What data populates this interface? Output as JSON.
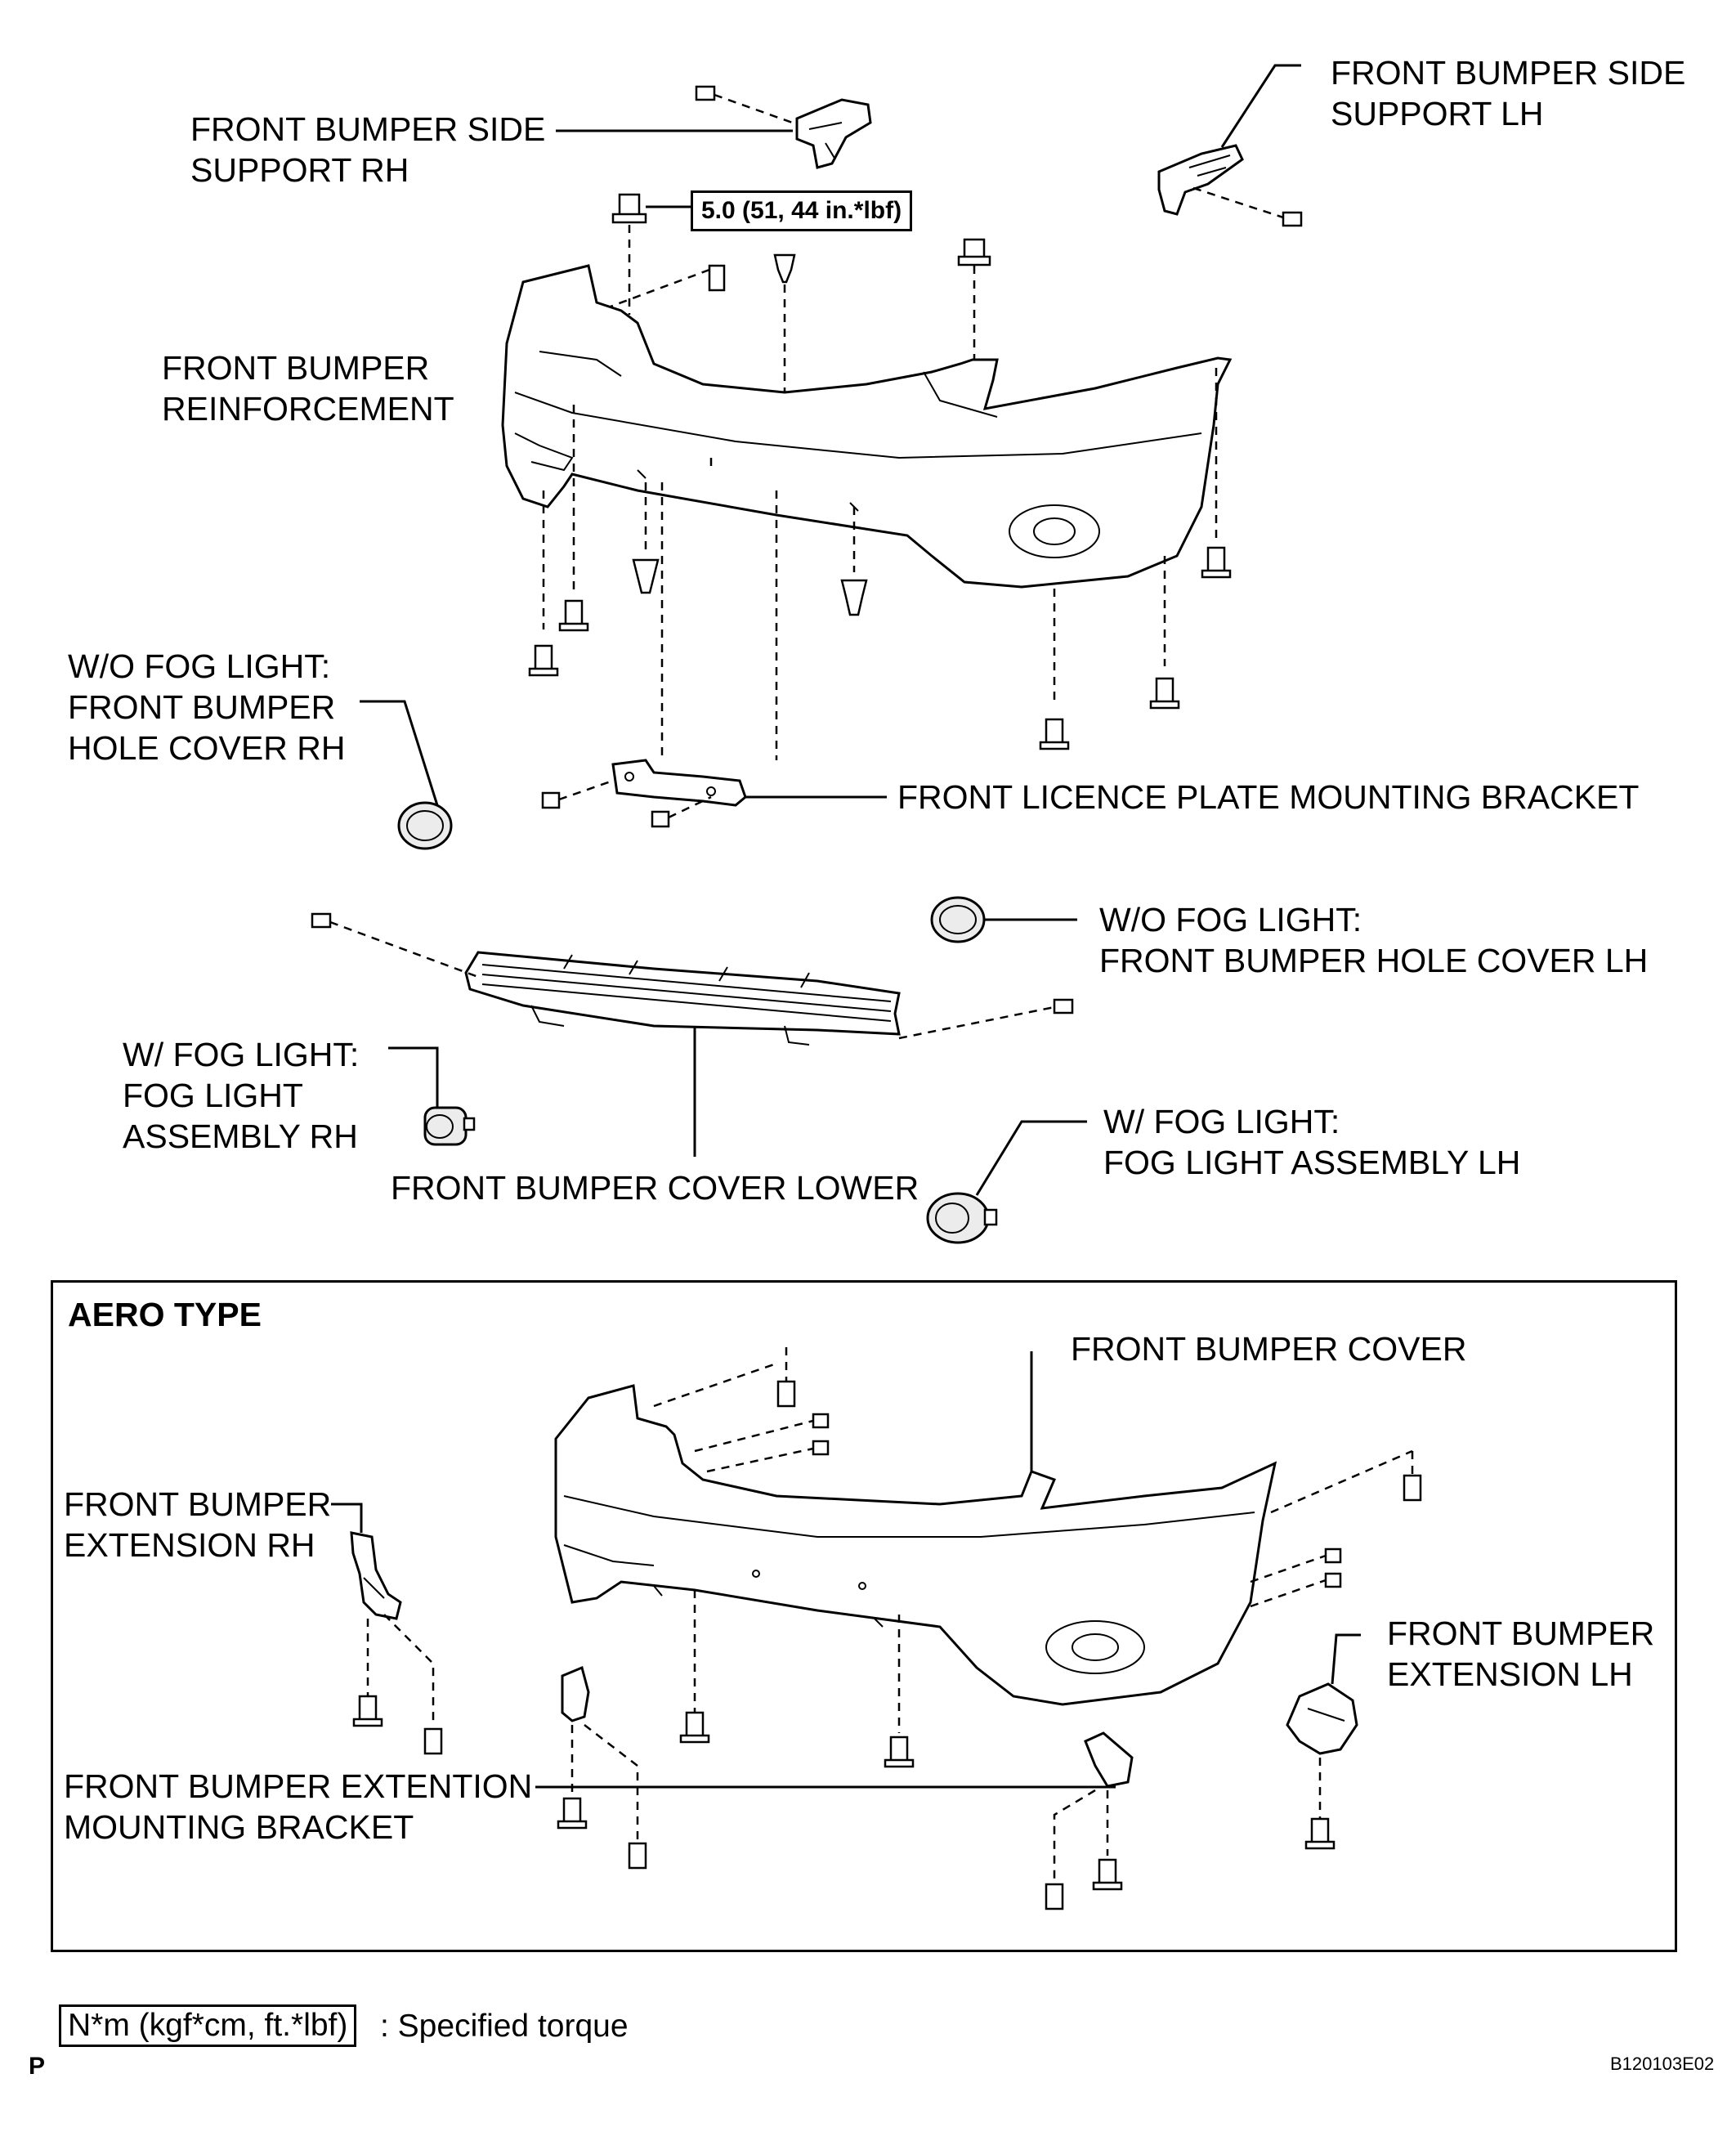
{
  "labels": {
    "side_support_rh": "FRONT BUMPER SIDE\nSUPPORT RH",
    "side_support_lh": "FRONT BUMPER SIDE\nSUPPORT LH",
    "torque_value": "5.0 (51, 44 in.*lbf)",
    "reinforcement": "FRONT BUMPER\nREINFORCEMENT",
    "hole_cover_rh": "W/O FOG LIGHT:\nFRONT BUMPER\nHOLE COVER RH",
    "licence_bracket": "FRONT LICENCE PLATE MOUNTING BRACKET",
    "hole_cover_lh": "W/O FOG LIGHT:\nFRONT BUMPER HOLE COVER LH",
    "fog_rh": "W/ FOG LIGHT:\nFOG LIGHT\nASSEMBLY RH",
    "fog_lh": "W/ FOG LIGHT:\nFOG LIGHT ASSEMBLY LH",
    "cover_lower": "FRONT BUMPER COVER LOWER",
    "aero_type": "AERO TYPE",
    "bumper_cover": "FRONT BUMPER COVER",
    "extension_rh": "FRONT BUMPER\nEXTENSION RH",
    "extension_lh": "FRONT BUMPER\nEXTENSION LH",
    "ext_bracket": "FRONT BUMPER EXTENTION\nMOUNTING BRACKET"
  },
  "legend": {
    "unit": "N*m (kgf*cm, ft.*lbf)",
    "text": ": Specified torque"
  },
  "footer": {
    "page_letter": "P",
    "figure_code": "B120103E02"
  }
}
